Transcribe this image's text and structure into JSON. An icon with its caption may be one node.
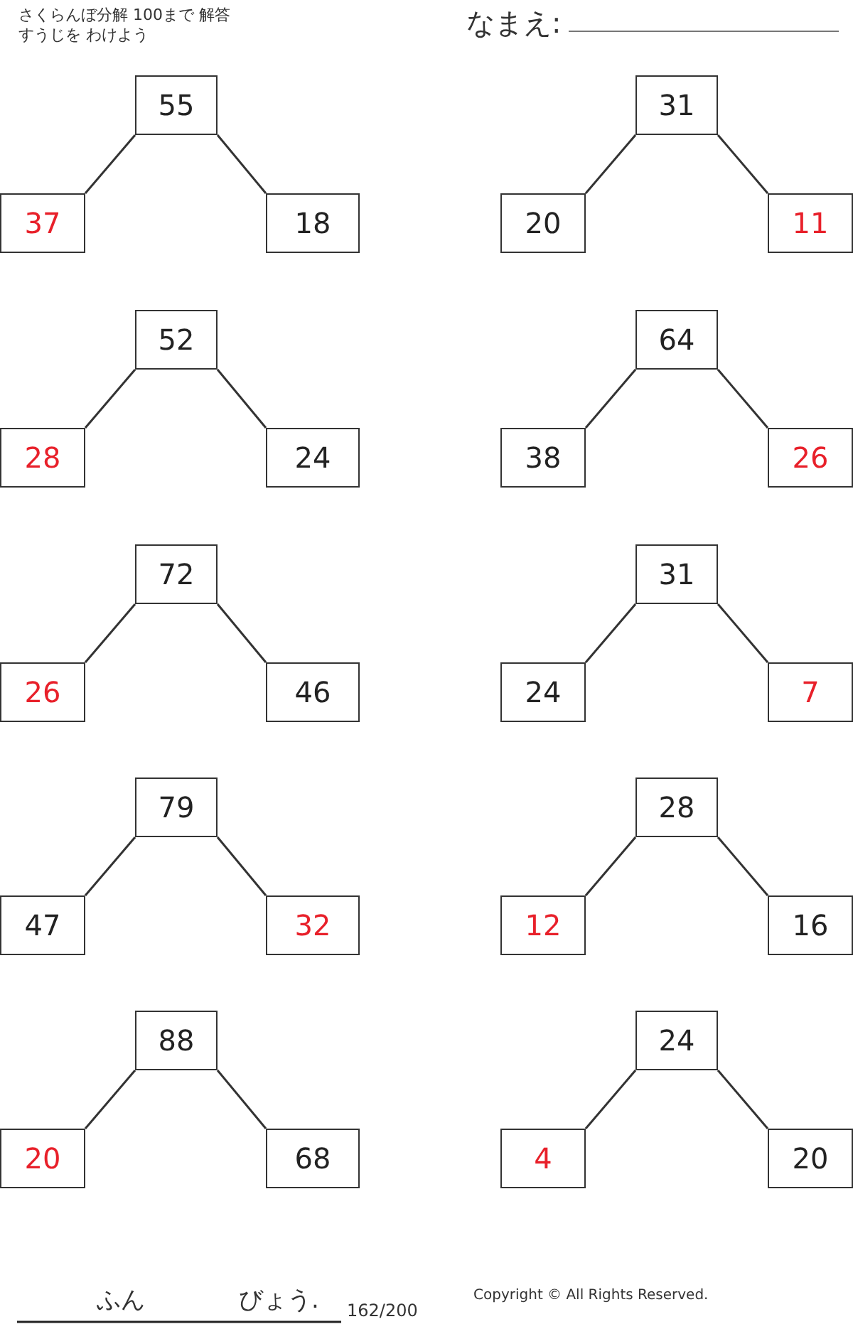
{
  "diagram": {
    "nodes": [
      {
        "text": [
          "55"
        ]
      },
      {
        "text": [
          "37"
        ]
      },
      {
        "text": [
          "18"
        ]
      },
      {
        "text": [
          "31"
        ]
      },
      {
        "text": [
          "20"
        ]
      },
      {
        "text": [
          "11"
        ]
      },
      {
        "text": [
          "52"
        ]
      },
      {
        "text": [
          "28"
        ]
      },
      {
        "text": [
          "24"
        ]
      },
      {
        "text": [
          "64"
        ]
      },
      {
        "text": [
          "38"
        ]
      },
      {
        "text": [
          "26"
        ]
      },
      {
        "text": [
          "72"
        ]
      },
      {
        "text": [
          "26"
        ]
      },
      {
        "text": [
          "46"
        ]
      },
      {
        "text": [
          "31"
        ]
      },
      {
        "text": [
          "24"
        ]
      },
      {
        "text": [
          "7"
        ]
      },
      {
        "text": [
          "79"
        ]
      },
      {
        "text": [
          "47"
        ]
      },
      {
        "text": [
          "32"
        ]
      },
      {
        "text": [
          "28"
        ]
      },
      {
        "text": [
          "12"
        ]
      },
      {
        "text": [
          "16"
        ]
      },
      {
        "text": [
          "88"
        ]
      },
      {
        "text": [
          "20"
        ]
      },
      {
        "text": [
          "68"
        ]
      },
      {
        "text": [
          "24"
        ]
      },
      {
        "text": [
          "4"
        ]
      },
      {
        "text": [
          "20"
        ]
      }
    ],
    "edges": [
      {
        "from": 0,
        "to": 1,
        "arrow": "none"
      },
      {
        "from": 0,
        "to": 2,
        "arrow": "none"
      },
      {
        "from": 3,
        "to": 4,
        "arrow": "none"
      },
      {
        "from": 3,
        "to": 5,
        "arrow": "none"
      },
      {
        "from": 6,
        "to": 7,
        "arrow": "none"
      },
      {
        "from": 6,
        "to": 8,
        "arrow": "none"
      },
      {
        "from": 9,
        "to": 10,
        "arrow": "none"
      },
      {
        "from": 9,
        "to": 11,
        "arrow": "none"
      },
      {
        "from": 12,
        "to": 13,
        "arrow": "none"
      },
      {
        "from": 12,
        "to": 14,
        "arrow": "none"
      },
      {
        "from": 15,
        "to": 16,
        "arrow": "none"
      },
      {
        "from": 15,
        "to": 17,
        "arrow": "none"
      },
      {
        "from": 18,
        "to": 19,
        "arrow": "none"
      },
      {
        "from": 18,
        "to": 20,
        "arrow": "none"
      },
      {
        "from": 21,
        "to": 22,
        "arrow": "none"
      },
      {
        "from": 21,
        "to": 23,
        "arrow": "none"
      },
      {
        "from": 24,
        "to": 25,
        "arrow": "none"
      },
      {
        "from": 24,
        "to": 26,
        "arrow": "none"
      },
      {
        "from": 27,
        "to": 28,
        "arrow": "none"
      },
      {
        "from": 27,
        "to": 29,
        "arrow": "none"
      }
    ],
    "labels": [
      "さくらんぼ分解 100まで 解答",
      "すうじを わけよう",
      "なまえ:",
      "ふん",
      "びょう.",
      "162/200",
      "Copyright © All Rights Reserved."
    ]
  }
}
